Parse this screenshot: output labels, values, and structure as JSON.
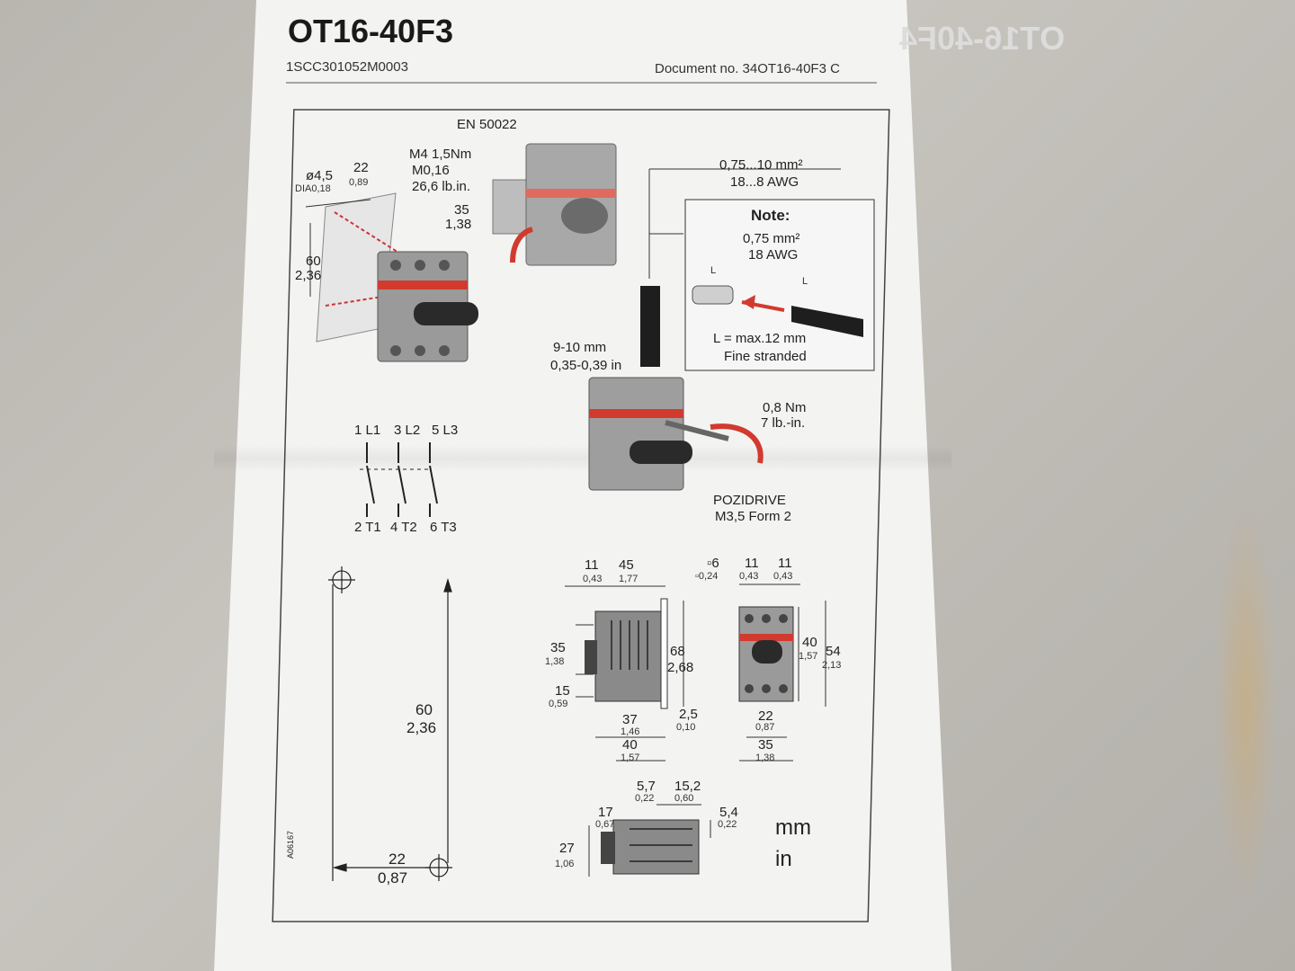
{
  "document": {
    "title": "OT16-40F3",
    "part_number": "1SCC301052M0003",
    "document_no": "Document no. 34OT16-40F3  C",
    "ghost_title": "OT16-40F4"
  },
  "mounting": {
    "hole_dia": "ø4,5",
    "hole_dia_in": "DIA0,18",
    "hole_spacing": "22",
    "hole_spacing_in": "0,89",
    "height": "60",
    "height_in": "2,36",
    "screw": "M4  1,5Nm",
    "screw_alt": "M0,16",
    "screw_torque_in": "26,6 lb.in.",
    "rail_standard": "EN 50022",
    "rail_height": "35",
    "rail_height_in": "1,38"
  },
  "wiring": {
    "wire_range": "0,75...10 mm²",
    "wire_awg": "18...8 AWG",
    "note_title": "Note:",
    "note_size": "0,75 mm²",
    "note_awg": "18 AWG",
    "ferrule_label": "L",
    "ferrule_text_1": "L = max.12 mm",
    "ferrule_text_2": "Fine stranded",
    "strip_mm": "9-10 mm",
    "strip_in": "0,35-0,39 in",
    "torque_nm": "0,8 Nm",
    "torque_lb": "7 lb.-in.",
    "driver_1": "POZIDRIVE",
    "driver_2": "M3,5  Form 2"
  },
  "schematic": {
    "top_terminals": [
      "1 L1",
      "3 L2",
      "5 L3"
    ],
    "bottom_terminals": [
      "2 T1",
      "4 T2",
      "6 T3"
    ]
  },
  "panel_drilling": {
    "height": "60",
    "height_in": "2,36",
    "width": "22",
    "width_in": "0,87",
    "ref_code": "A06167"
  },
  "side_view": {
    "d11": "11",
    "d11_in": "0,43",
    "d45": "45",
    "d45_in": "1,77",
    "d35": "35",
    "d35_in": "1,38",
    "d15": "15",
    "d15_in": "0,59",
    "d68": "68",
    "d68_in": "2,68",
    "d37": "37",
    "d37_in": "1,46",
    "d2_5": "2,5",
    "d2_5_in": "0,10",
    "d40": "40",
    "d40_in": "1,57"
  },
  "front_view": {
    "sq6": "▫6",
    "sq6_in": "▫0,24",
    "d11a": "11",
    "d11a_in": "0,43",
    "d11b": "11",
    "d11b_in": "0,43",
    "d40": "40",
    "d40_in": "1,57",
    "d54": "54",
    "d54_in": "2,13",
    "d22": "22",
    "d22_in": "0,87",
    "d35": "35",
    "d35_in": "1,38"
  },
  "bottom_view": {
    "d5_7": "5,7",
    "d5_7_in": "0,22",
    "d15_2": "15,2",
    "d15_2_in": "0,60",
    "d17": "17",
    "d17_in": "0,67",
    "d5_4": "5,4",
    "d5_4_in": "0,22",
    "d27": "27",
    "d27_in": "1,06"
  },
  "units": {
    "mm": "mm",
    "in": "in"
  },
  "colors": {
    "paper": "#f3f3f2",
    "ink": "#222222",
    "accent_red": "#d23a2e",
    "device_grey": "#8a8a8a"
  }
}
